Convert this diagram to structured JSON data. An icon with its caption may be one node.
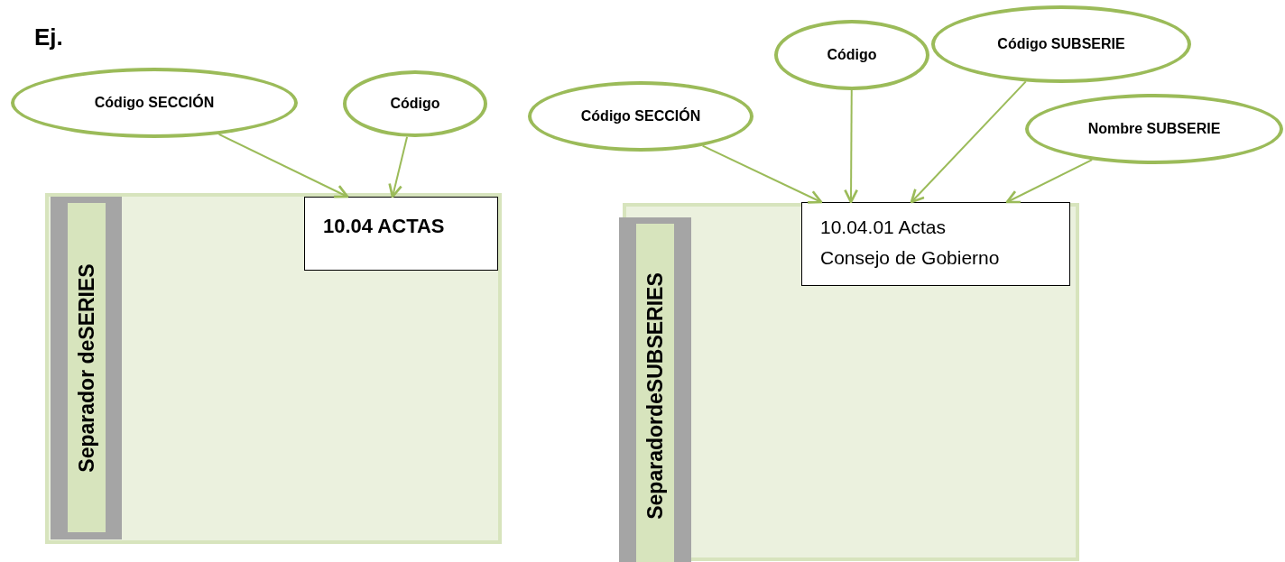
{
  "diagram": {
    "nodes": [
      {
        "text": [
          "Código SECCIÓN"
        ]
      },
      {
        "text": [
          "Código"
        ]
      },
      {
        "text": [],
        "shape": "box"
      },
      {
        "text": [
          "Separador deSERIES"
        ],
        "in": 2
      },
      {
        "text": [
          "10.04 ACTAS"
        ],
        "in": 2
      },
      {
        "text": [
          "Código SECCIÓN"
        ]
      },
      {
        "text": [
          "Código"
        ]
      },
      {
        "text": [
          "Código SUBSERIE"
        ]
      },
      {
        "text": [
          "Nombre SUBSERIE"
        ]
      },
      {
        "text": [],
        "shape": "box"
      },
      {
        "text": [
          "SeparadordeSUBSERIES"
        ],
        "in": 9
      },
      {
        "text": [
          "10.04.01 Actas Consejo de Gobierno"
        ],
        "in": 9
      }
    ],
    "edges": [
      {
        "from": 0,
        "to": 4,
        "arrow": "to"
      },
      {
        "from": 1,
        "to": 4,
        "arrow": "to"
      },
      {
        "from": 5,
        "to": 11,
        "arrow": "to"
      },
      {
        "from": 6,
        "to": 11,
        "arrow": "to"
      },
      {
        "from": 7,
        "to": 11,
        "arrow": "to"
      },
      {
        "from": 8,
        "to": 11,
        "arrow": "to"
      }
    ],
    "labels": [
      "Ej."
    ]
  }
}
